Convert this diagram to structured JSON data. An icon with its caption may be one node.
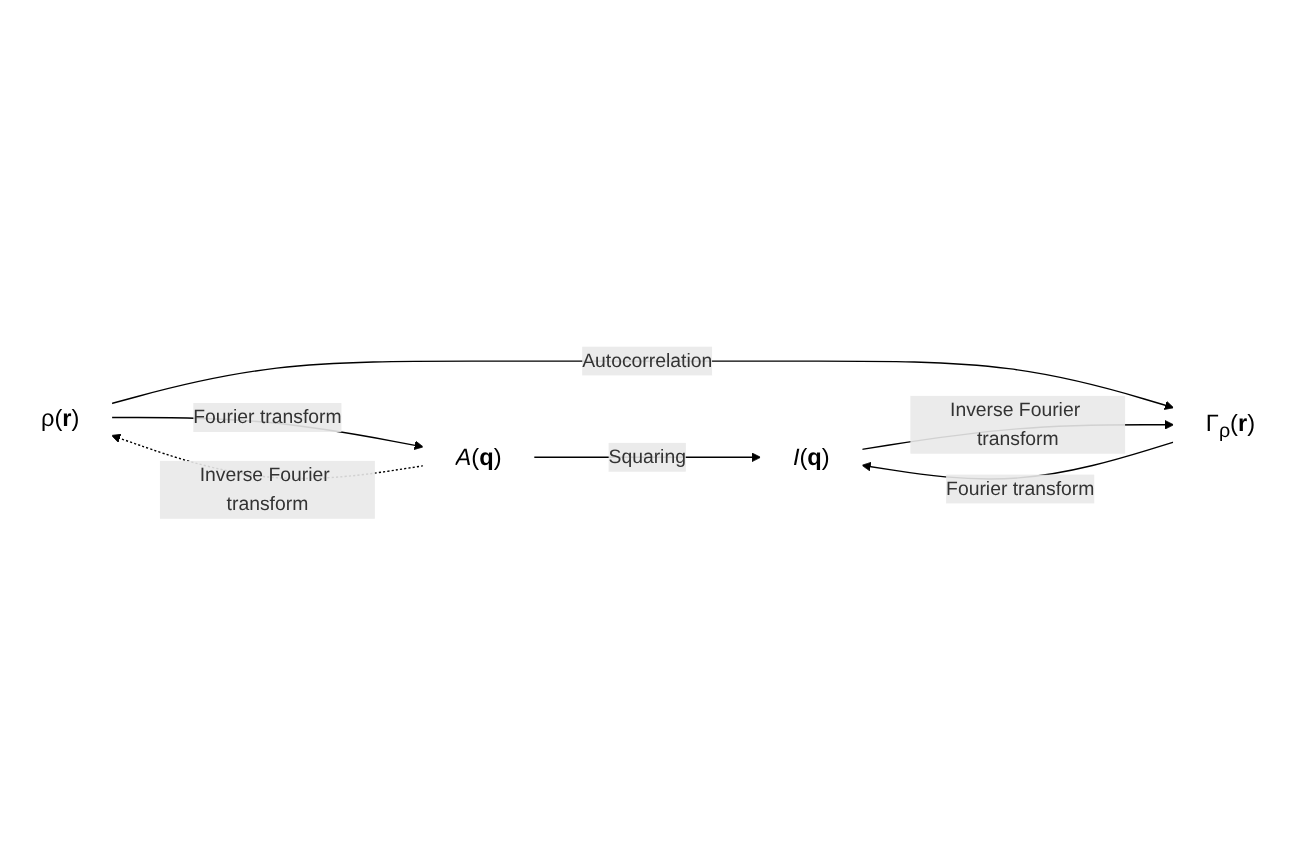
{
  "diagram": {
    "nodes": [
      {
        "text": [
          "ρ(**r**)"
        ]
      },
      {
        "text": [
          "*A*(**q**)"
        ]
      },
      {
        "text": [
          "Γ$_{ρ}$(**r**)"
        ]
      },
      {
        "text": [
          "*I*(**q**)"
        ]
      }
    ],
    "edges": [
      {
        "from": 0,
        "to": 1,
        "arrow": "to",
        "label": "Fourier transform"
      },
      {
        "from": 1,
        "to": 0,
        "arrow": "to",
        "label": "Inverse Fourier transform",
        "style": "dashed"
      },
      {
        "from": 0,
        "to": 2,
        "arrow": "to",
        "label": "Autocorrelation"
      },
      {
        "from": 1,
        "to": 3,
        "arrow": "to",
        "label": "Squaring"
      },
      {
        "from": 2,
        "to": 3,
        "arrow": "to",
        "label": "Fourier transform"
      },
      {
        "from": 3,
        "to": 2,
        "arrow": "to",
        "label": "Inverse Fourier transform"
      }
    ]
  }
}
